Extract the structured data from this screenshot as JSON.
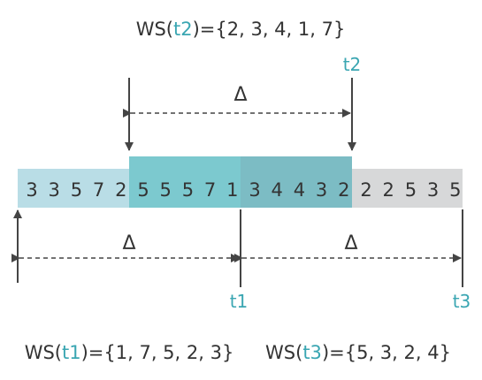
{
  "diagram": {
    "sequence": [
      "3",
      "3",
      "5",
      "7",
      "2",
      "5",
      "5",
      "5",
      "7",
      "1",
      "3",
      "4",
      "4",
      "3",
      "2",
      "2",
      "2",
      "5",
      "3",
      "5"
    ],
    "delta_symbol": "Δ",
    "colors": {
      "highlight_text": "#3aa6b2",
      "window_t2": "#7cc9cf",
      "window_t1": "#b9dde6",
      "window_t3": "#d7d8d9",
      "overlap": "#7cbcc4",
      "line": "#444444"
    },
    "ws_t2": {
      "prefix": "WS(",
      "time": "t2",
      "suffix": ")={2, 3, 4, 1, 7}"
    },
    "ws_t1": {
      "prefix": "WS(",
      "time": "t1",
      "suffix": ")={1, 7, 5, 2, 3}"
    },
    "ws_t3": {
      "prefix": "WS(",
      "time": "t3",
      "suffix": ")={5, 3, 2, 4}"
    },
    "time_labels": {
      "t1": "t1",
      "t2": "t2",
      "t3": "t3"
    }
  }
}
